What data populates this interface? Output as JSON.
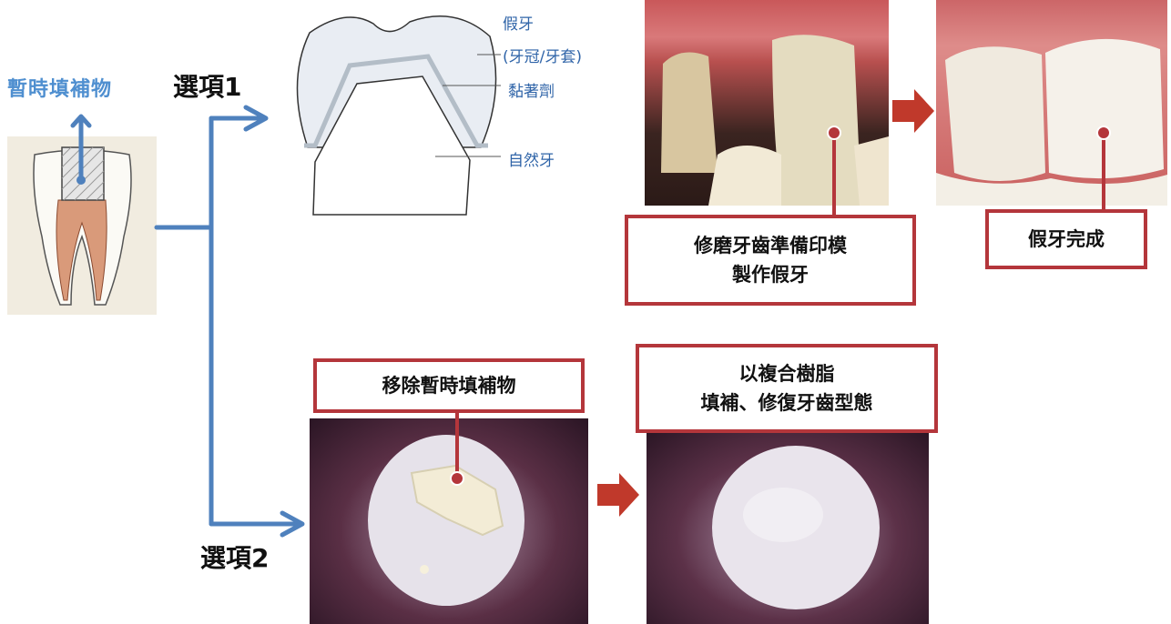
{
  "temporary_filling_label": "暫時填補物",
  "option1_label": "選項1",
  "option2_label": "選項2",
  "crown_diagram": {
    "label_crown_line1": "假牙",
    "label_crown_line2": "(牙冠/牙套)",
    "label_cement": "黏著劑",
    "label_natural_tooth": "自然牙"
  },
  "box_prepare_line1": "修磨牙齒準備印模",
  "box_prepare_line2": "製作假牙",
  "box_crown_done": "假牙完成",
  "box_remove": "移除暫時填補物",
  "box_resin_line1": "以複合樹脂",
  "box_resin_line2": "填補、修復牙齒型態",
  "colors": {
    "arrow_blue": "#4f81bd",
    "box_red": "#b4363b",
    "step_arrow_red": "#c0392b"
  }
}
